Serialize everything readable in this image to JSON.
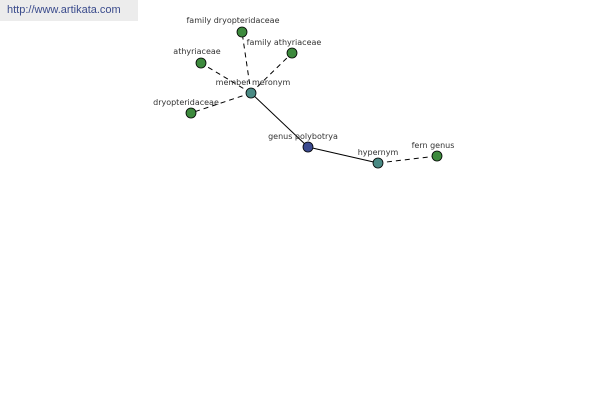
{
  "watermark": {
    "url": "http://www.artikata.com"
  },
  "colors": {
    "center_node": "#3b4a8f",
    "relation_node": "#4a8a84",
    "leaf_node": "#3d8a3d",
    "edge": "#000000",
    "watermark_bg": "#ececec",
    "watermark_text": "#3a4b8c"
  },
  "diagram": {
    "nodes": [
      {
        "id": "genus-polybotrya",
        "label": "genus polybotrya",
        "kind": "center"
      },
      {
        "id": "member-meronym",
        "label": "member meronym",
        "kind": "relation"
      },
      {
        "id": "hypernym",
        "label": "hypernym",
        "kind": "relation"
      },
      {
        "id": "family-dryopteridaceae",
        "label": "family dryopteridaceae",
        "kind": "leaf"
      },
      {
        "id": "athyriaceae",
        "label": "athyriaceae",
        "kind": "leaf"
      },
      {
        "id": "family-athyriaceae",
        "label": "family athyriaceae",
        "kind": "leaf"
      },
      {
        "id": "dryopteridaceae",
        "label": "dryopteridaceae",
        "kind": "leaf"
      },
      {
        "id": "fern-genus",
        "label": "fern genus",
        "kind": "leaf"
      }
    ],
    "edges": [
      {
        "from": "genus-polybotrya",
        "to": "member-meronym",
        "style": "solid"
      },
      {
        "from": "genus-polybotrya",
        "to": "hypernym",
        "style": "solid"
      },
      {
        "from": "member-meronym",
        "to": "family-dryopteridaceae",
        "style": "dashed"
      },
      {
        "from": "member-meronym",
        "to": "athyriaceae",
        "style": "dashed"
      },
      {
        "from": "member-meronym",
        "to": "family-athyriaceae",
        "style": "dashed"
      },
      {
        "from": "member-meronym",
        "to": "dryopteridaceae",
        "style": "dashed"
      },
      {
        "from": "hypernym",
        "to": "fern-genus",
        "style": "dashed"
      }
    ]
  }
}
